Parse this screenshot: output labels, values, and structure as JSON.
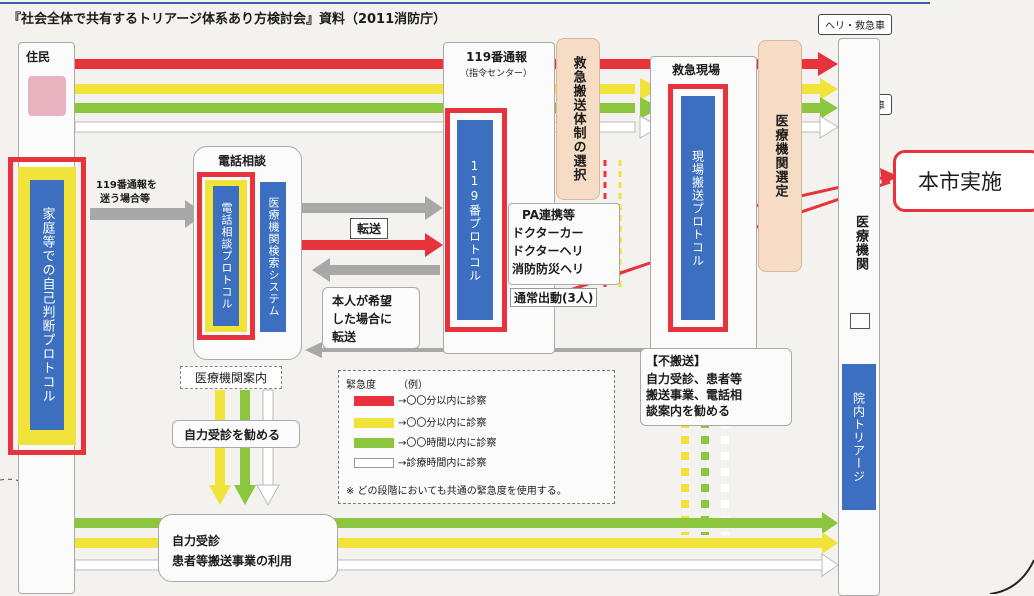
{
  "title": "『社会全体で共有するトリアージ体系あり方検討会』資料（2011消防庁）",
  "resident": "住民",
  "home_protocol": "家庭等での自己判断プロトコル",
  "call_note_1": "119番通報を",
  "call_note_2": "迷う場合等",
  "phone_consult": "電話相談",
  "phone_protocol": "電話相談プロトコル",
  "hospital_search": "医療機関検索システム",
  "dispatch_title": "119番通報",
  "dispatch_sub": "（指令センター）",
  "protocol_119": "119番プロトコル",
  "ambulance_select": "救急搬送体制の選択",
  "scene_title": "救急現場",
  "scene_protocol": "現場搬送プロトコル",
  "hospital_select": "医療機関選定",
  "heli_label": "ヘリ・救急車",
  "ambulance_label": "救急車",
  "callout": "本市実施",
  "medical_inst": "医療機関",
  "in_hospital_triage": "院内トリアージ",
  "transfer": "転送",
  "pa_1": "PA連携等",
  "pa_2": "ドクターカー",
  "pa_3": "ドクターヘリ",
  "pa_4": "消防防災ヘリ",
  "normal_dispatch": "通常出動(3人)",
  "wish_1": "本人が希望",
  "wish_2": "した場合に",
  "wish_3": "転送",
  "hospital_guide": "医療機関案内",
  "self_visit": "自力受診を勧める",
  "no_transport_title": "【不搬送】",
  "no_transport_1": "自力受診、患者等",
  "no_transport_2": "搬送事業、電話相",
  "no_transport_3": "談案内を勧める",
  "bottom_1": "自力受診",
  "bottom_2": "患者等搬送事業の利用",
  "legend": {
    "heading": "緊急度",
    "example": "（例）",
    "items": [
      {
        "text": "→〇〇分以内に診察",
        "color": "#e8323c"
      },
      {
        "text": "→〇〇分以内に診察",
        "color": "#f2e33a"
      },
      {
        "text": "→〇〇時間以内に診察",
        "color": "#8cc63f"
      },
      {
        "text": "→診療時間内に診察",
        "color": "#ffffff"
      }
    ],
    "note": "※ どの段階においても共通の緊急度を使用する。"
  },
  "colors": {
    "red": "#e8323c",
    "yellow": "#f2e33a",
    "green": "#8cc63f",
    "blue": "#3c6fc0",
    "gray": "#a8a8a8",
    "peach": "#f6dcc4"
  }
}
